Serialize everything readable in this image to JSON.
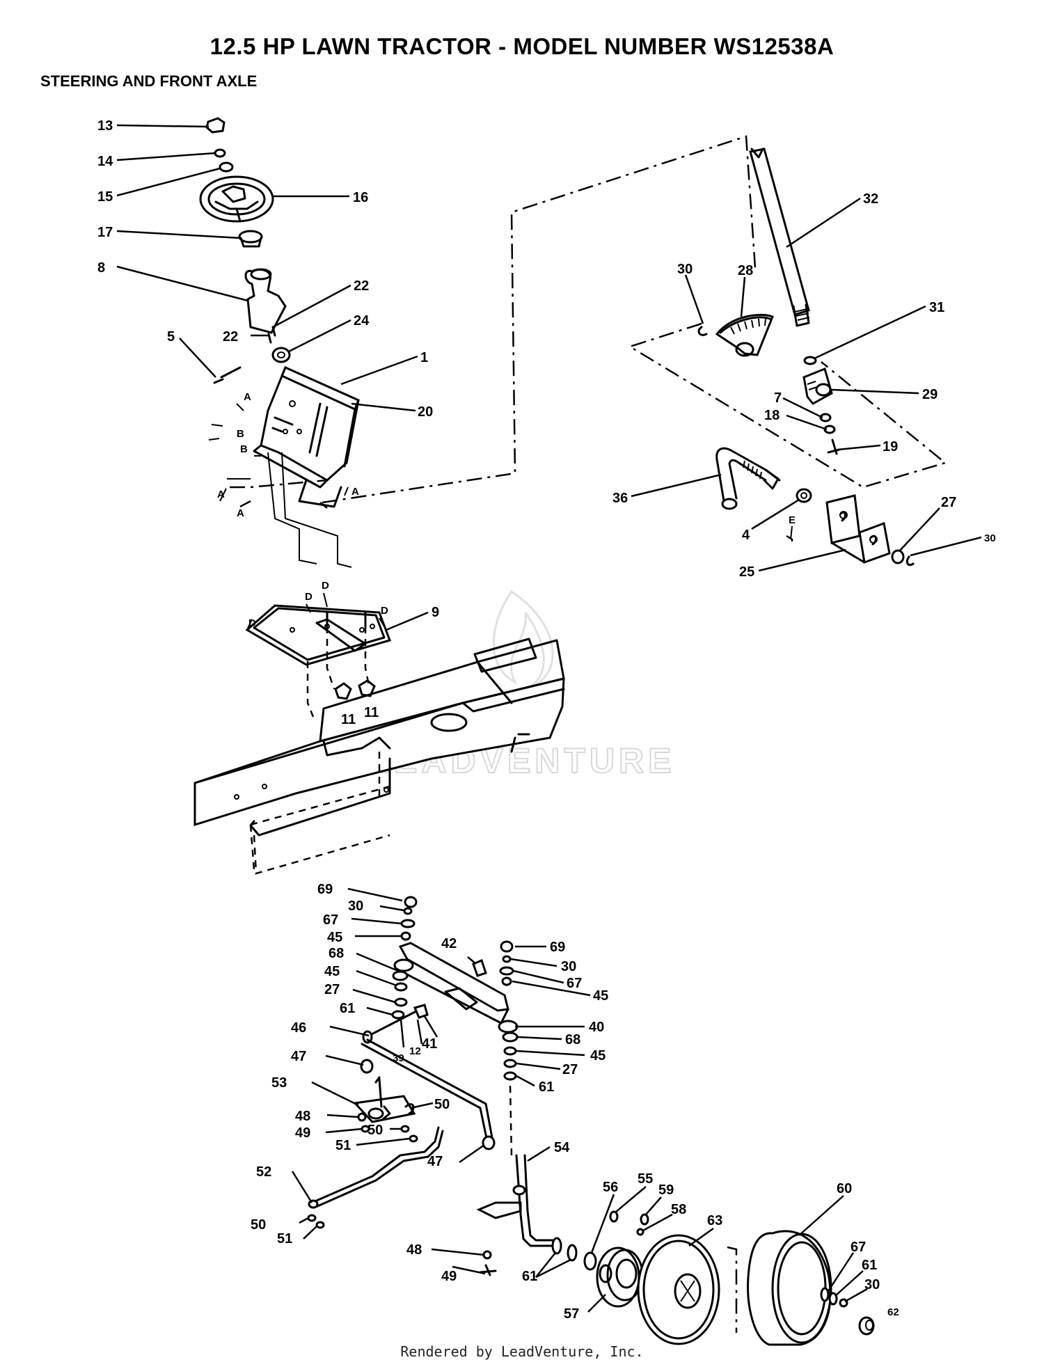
{
  "title": "12.5 HP LAWN TRACTOR - MODEL NUMBER WS12538A",
  "subtitle": "STEERING AND FRONT AXLE",
  "footer": "Rendered by LeadVenture, Inc.",
  "watermark": "LEADVENTURE",
  "callouts": [
    "13",
    "14",
    "15",
    "16",
    "17",
    "8",
    "22",
    "22",
    "24",
    "5",
    "1",
    "20",
    "32",
    "30",
    "28",
    "31",
    "29",
    "7",
    "18",
    "19",
    "36",
    "4",
    "27",
    "30",
    "25",
    "9",
    "11",
    "11",
    "69",
    "30",
    "67",
    "45",
    "68",
    "45",
    "27",
    "61",
    "42",
    "69",
    "30",
    "67",
    "45",
    "40",
    "68",
    "45",
    "27",
    "61",
    "46",
    "39",
    "12",
    "41",
    "47",
    "53",
    "50",
    "48",
    "49",
    "50",
    "51",
    "52",
    "47",
    "54",
    "56",
    "55",
    "59",
    "58",
    "60",
    "63",
    "67",
    "61",
    "30",
    "62",
    "48",
    "49",
    "50",
    "51",
    "61",
    "57"
  ],
  "reference_letters": [
    "A",
    "A",
    "A",
    "A",
    "B",
    "B",
    "D",
    "D",
    "D",
    "D",
    "E"
  ]
}
